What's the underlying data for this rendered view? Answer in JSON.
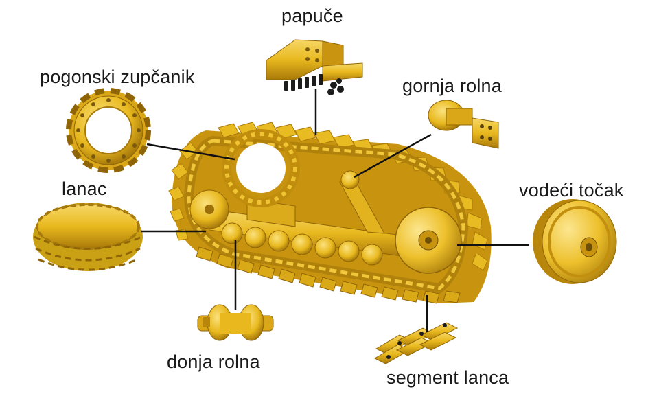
{
  "labels": {
    "track_shoes": "papuče",
    "drive_sprocket": "pogonski zupčanik",
    "carrier_roller": "gornja rolna",
    "chain": "lanac",
    "idler": "vodeći točak",
    "bottom_roller": "donja rolna",
    "chain_segment": "segment lanca"
  },
  "colors": {
    "part_yellow": "#e8b81e",
    "part_light": "#f3cf49",
    "part_shadow": "#b8860b",
    "part_dark": "#7a5a10",
    "bolt_black": "#1c1c1c",
    "leader_line": "#111111",
    "background": "#ffffff"
  }
}
